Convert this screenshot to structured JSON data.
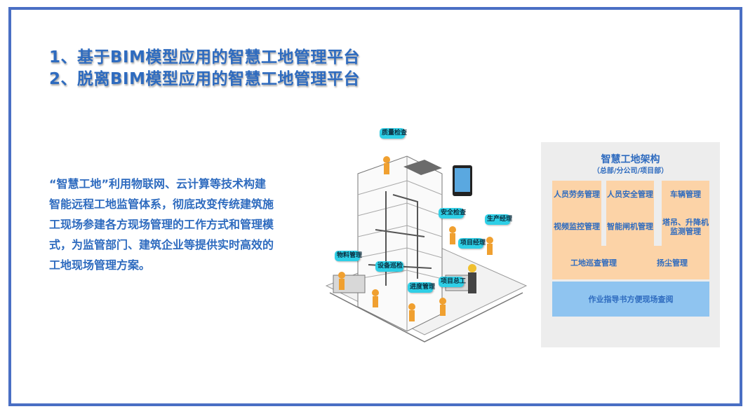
{
  "headings": {
    "line1": "1、基于BIM模型应用的智慧工地管理平台",
    "line2": "2、脱离BIM模型应用的智慧工地管理平台"
  },
  "description": [
    "“智慧工地”利用物联网、云计算等技术构建",
    "智能远程工地监管体系，彻底改变传统建筑施",
    "工现场参建各方现场管理的工作方式和管理模",
    "式，为监管部门、建筑企业等提供实时高效的",
    "工地现场管理方案。"
  ],
  "illustration": {
    "bubbles": [
      "质量检查",
      "安全检查",
      "生产经理",
      "项目经理",
      "物料管理",
      "设备巡检",
      "进度管理",
      "项目总工"
    ]
  },
  "architecture": {
    "title": "智慧工地架构",
    "subtitle": "（总部/分公司/项目部）",
    "modules": [
      "人员劳务管理",
      "人员安全管理",
      "车辆管理",
      "视频监控管理",
      "智能闸机管理",
      "塔吊、升降机监测管理",
      "工地巡查管理",
      "扬尘管理"
    ],
    "footer": "作业指导书方便现场查阅"
  },
  "colors": {
    "frame": "#4a6fc4",
    "text": "#2e6bbf",
    "module_bg": "#fcd3a7",
    "footer_bg": "#8fc4f0",
    "bubble_bg": "#2ecfe6"
  }
}
